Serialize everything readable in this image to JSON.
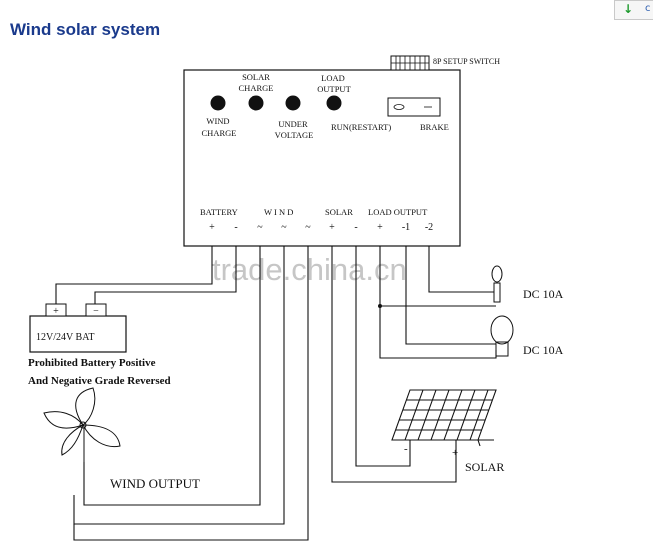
{
  "page": {
    "title": "Wind solar system"
  },
  "toolbar": {
    "download_icon": "↓",
    "more_glyph": "c"
  },
  "controller": {
    "switch_label": "8P SETUP SWITCH",
    "led_solar_charge": [
      "SOLAR",
      "CHARGE"
    ],
    "led_load_output": [
      "LOAD",
      "OUTPUT"
    ],
    "led_wind_charge": [
      "WIND",
      "CHARGE"
    ],
    "led_under_voltage": [
      "UNDER",
      "VOLTAGE"
    ],
    "run_restart": "RUN(RESTART)",
    "brake": "BRAKE",
    "terminal_groups": {
      "battery": "BATTERY",
      "wind": "W I N D",
      "solar": "SOLAR",
      "load_output": "LOAD OUTPUT"
    },
    "terminal_signs": [
      "+",
      "-",
      "~",
      "~",
      "~",
      "+",
      "-",
      "+",
      "-1",
      "-2"
    ]
  },
  "battery": {
    "label": "12V/24V  BAT",
    "pos": "+",
    "neg": "−",
    "warning_line1": "Prohibited Battery Positive",
    "warning_line2": "And Negative Grade Reversed"
  },
  "loads": {
    "lamp1": "DC 10A",
    "lamp2": "DC 10A"
  },
  "solar_panel": {
    "label": "SOLAR",
    "neg": "-",
    "pos": "+"
  },
  "wind_output": {
    "label": "WIND OUTPUT"
  },
  "watermark": "trade.china.cn"
}
